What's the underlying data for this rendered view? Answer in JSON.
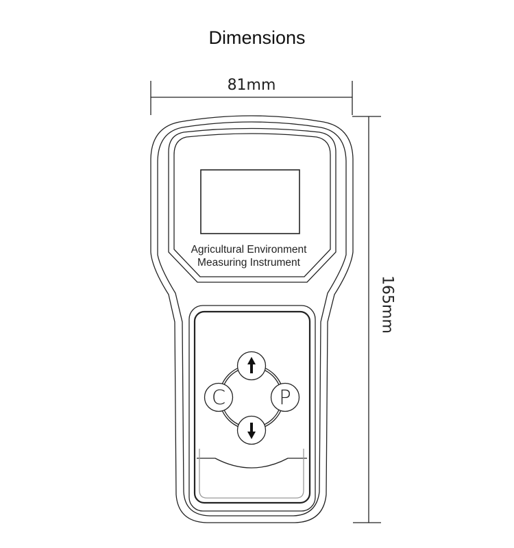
{
  "title": "Dimensions",
  "dimensions": {
    "width": "81mm",
    "height": "165mm"
  },
  "device": {
    "label_line1": "Agricultural Environment",
    "label_line2": "Measuring Instrument",
    "keys": {
      "left": "C",
      "right": "P",
      "up": "arrow-up",
      "down": "arrow-down"
    }
  }
}
